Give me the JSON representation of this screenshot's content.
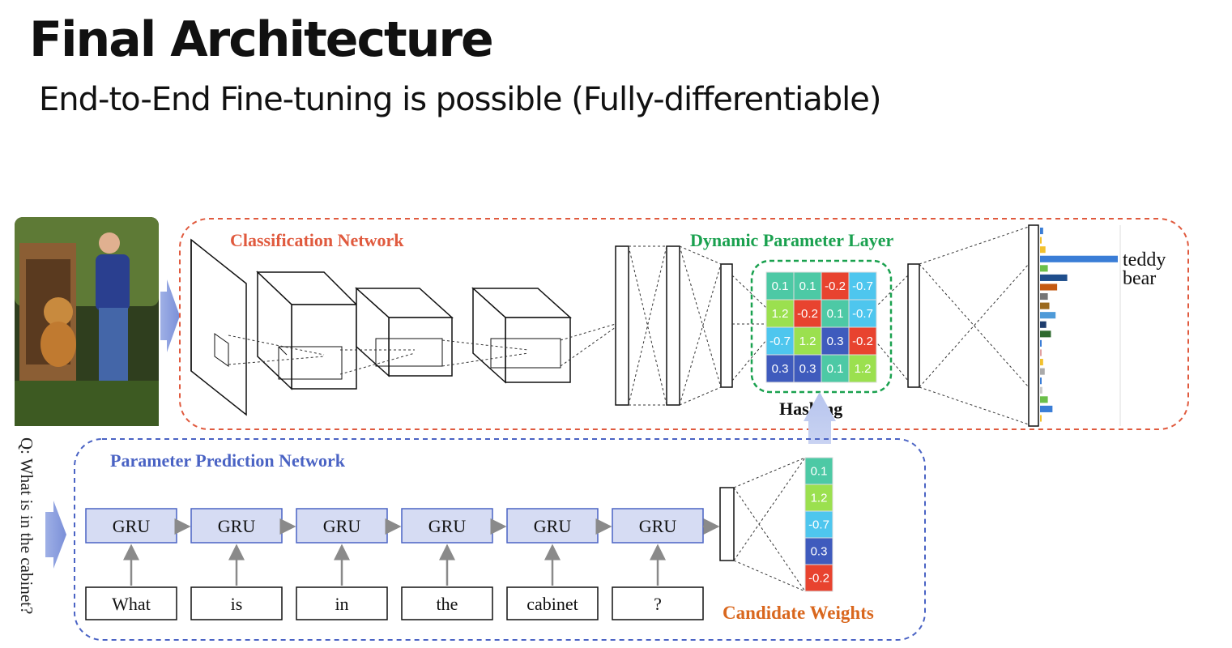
{
  "title": "Final Architecture",
  "subtitle": "End-to-End Fine-tuning is possible (Fully-differentiable)",
  "classification_label": "Classification Network",
  "dynamic_label": "Dynamic Parameter Layer",
  "hashing_label": "Hashing",
  "ppn_label": "Parameter Prediction Network",
  "candidate_label": "Candidate Weights",
  "question": "Q: What is in the cabinet?",
  "answer_line1": "teddy",
  "answer_line2": "bear",
  "gru_label": "GRU",
  "words": [
    "What",
    "is",
    "in",
    "the",
    "cabinet",
    "?"
  ],
  "dpl_cells": [
    [
      "0.1",
      "0.1",
      "-0.2",
      "-0.7"
    ],
    [
      "1.2",
      "-0.2",
      "0.1",
      "-0.7"
    ],
    [
      "-0.7",
      "1.2",
      "0.3",
      "-0.2"
    ],
    [
      "0.3",
      "0.3",
      "0.1",
      "1.2"
    ]
  ],
  "candidate_weights": [
    "0.1",
    "1.2",
    "-0.7",
    "0.3",
    "-0.2"
  ],
  "weight_colors": {
    "0.1": "#4dc9a5",
    "1.2": "#9be04f",
    "-0.7": "#4ec6ee",
    "0.3": "#3f5bbd",
    "-0.2": "#e8432f"
  },
  "colors": {
    "classification": "#e05a3e",
    "dynamic": "#1aa14f",
    "ppn": "#4a63c4",
    "candidate": "#d9671e"
  },
  "output_bars": [
    {
      "value": 0.04,
      "color": "#3a7dd6"
    },
    {
      "value": 0.02,
      "color": "#f2c12e"
    },
    {
      "value": 0.07,
      "color": "#f2c12e"
    },
    {
      "value": 1.0,
      "color": "#3a7dd6"
    },
    {
      "value": 0.1,
      "color": "#6bbf4a"
    },
    {
      "value": 0.35,
      "color": "#1f4e8c"
    },
    {
      "value": 0.22,
      "color": "#c55a11"
    },
    {
      "value": 0.1,
      "color": "#767676"
    },
    {
      "value": 0.12,
      "color": "#9c6a1e"
    },
    {
      "value": 0.2,
      "color": "#4e9ad8"
    },
    {
      "value": 0.08,
      "color": "#1f3d6e"
    },
    {
      "value": 0.14,
      "color": "#2e6a2e"
    },
    {
      "value": 0.02,
      "color": "#3a7dd6"
    },
    {
      "value": 0.02,
      "color": "#e0a0a0"
    },
    {
      "value": 0.04,
      "color": "#f2c12e"
    },
    {
      "value": 0.06,
      "color": "#aaaaaa"
    },
    {
      "value": 0.02,
      "color": "#3a7dd6"
    },
    {
      "value": 0.03,
      "color": "#c9c9c9"
    },
    {
      "value": 0.1,
      "color": "#6bbf4a"
    },
    {
      "value": 0.16,
      "color": "#3a7dd6"
    },
    {
      "value": 0.02,
      "color": "#f2c12e"
    }
  ]
}
